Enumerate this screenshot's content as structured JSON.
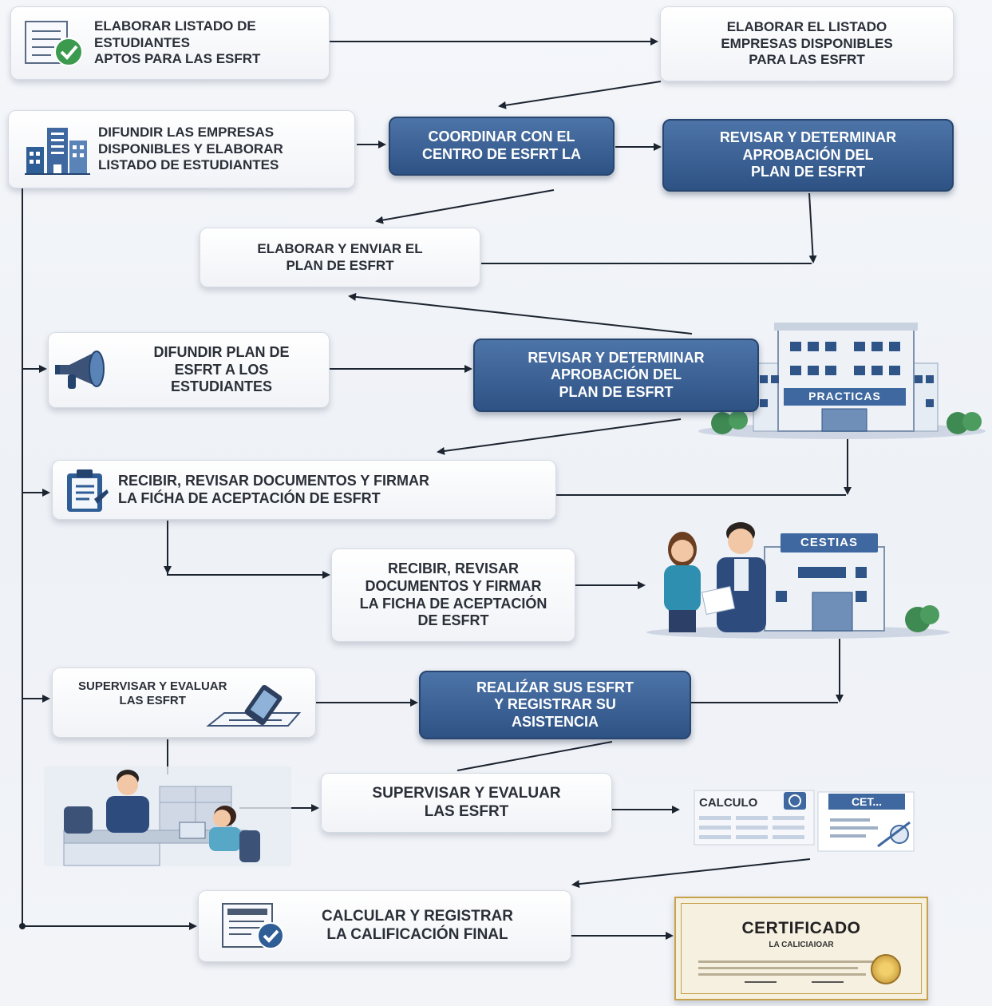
{
  "steps": {
    "s1": "ELABORAR LISTADO DE\nESTUDIANTES\nAPTOS PARA LAS ESFRT",
    "s2": "ELABORAR EL LISTADO\nEMPRESAS DISPONIBLES\nPARA LAS ESFRT",
    "s3": "DIFUNDIR LAS EMPRESAS\nDISPONIBLES Y ELABORAR\nLISTADO DE ESTUDIANTES",
    "s4": "COORDINAR CON EL\nCENTRO DE ESFRT LA",
    "s5": "REVISAR Y DETERMINAR\nAPROBACIÓN DEL\nPLAN DE ESFRT",
    "s6": "ELABORAR Y ENVIAR EL\nPLAN DE ESFRT",
    "s7": "DIFUNDIR PLAN DE\nESFRT A LOS\nESTUDIANTES",
    "s8": "REVISAR Y DETERMINAR\nAPROBACIÓN DEL\nPLAN DE ESFRT",
    "s9": "RECIBIR, REVISAR DOCUMENTOS Y FIRMAR\nLA FIĆHA DE ACEPTACIÓN DE ESFRT",
    "s10": "RECIBIR, REVISAR\nDOCUMENTOS Y FIRMAR\nLA FICHA DE ACEPTACIÓN\nDE ESFRT",
    "s11": "SUPERVISAR Y EVALUAR\nLAS ESFRT",
    "s12": "REALIŹAR SUS ESFRT\nY REGISTRAR SU\nASISTENCIA",
    "s13": "SUPERVISAR Y EVALUAR\nLAS ESFRT",
    "s14": "CALCULAR Y REGISTRAR\nLA CALIFICACIÓN FINAL"
  },
  "illustrations": {
    "building_sign": "PRACTICAS",
    "company_sign": "CESTIAS",
    "calc_left": "CALCULO",
    "calc_right": "CET...",
    "certificate_title": "CERTIFICADO",
    "certificate_subtitle": "LA CALICIAIOAR"
  },
  "colors": {
    "dark_box": "#2e5284",
    "light_box": "#ffffff",
    "arrow": "#1c2430",
    "icon_blue": "#2f5d95",
    "icon_green": "#3c9a4f"
  },
  "icons": {
    "s1": "checklist-icon",
    "s3": "office-buildings-icon",
    "s7": "megaphone-icon",
    "s9": "clipboard-icon",
    "s11": "tablet-pen-icon",
    "s14": "document-check-icon"
  }
}
